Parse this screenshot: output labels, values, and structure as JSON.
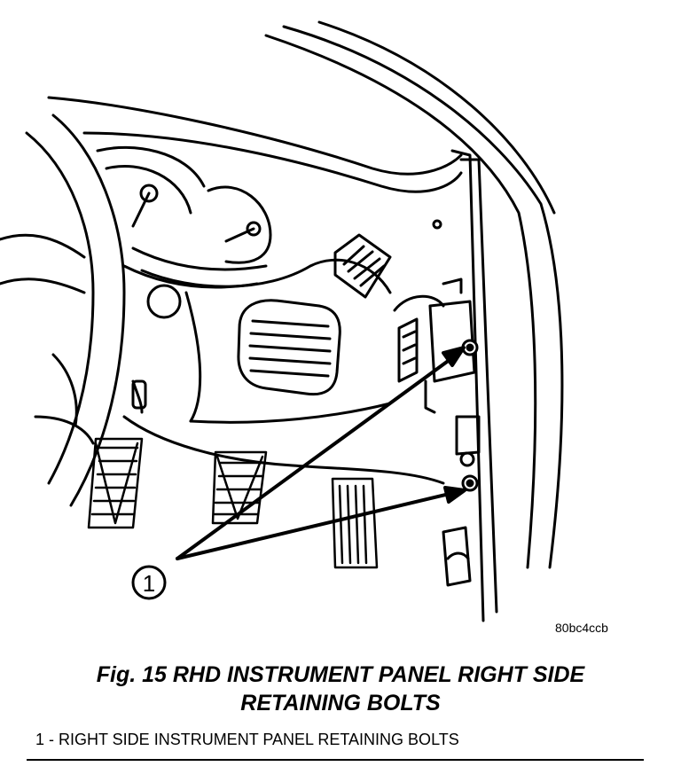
{
  "callout": {
    "number": "1"
  },
  "figure_id": "80bc4ccb",
  "caption": {
    "line1": "Fig. 15 RHD INSTRUMENT PANEL RIGHT SIDE",
    "line2": "RETAINING BOLTS"
  },
  "legend": {
    "items": [
      {
        "text": "1 - RIGHT SIDE INSTRUMENT PANEL RETAINING BOLTS"
      }
    ]
  }
}
